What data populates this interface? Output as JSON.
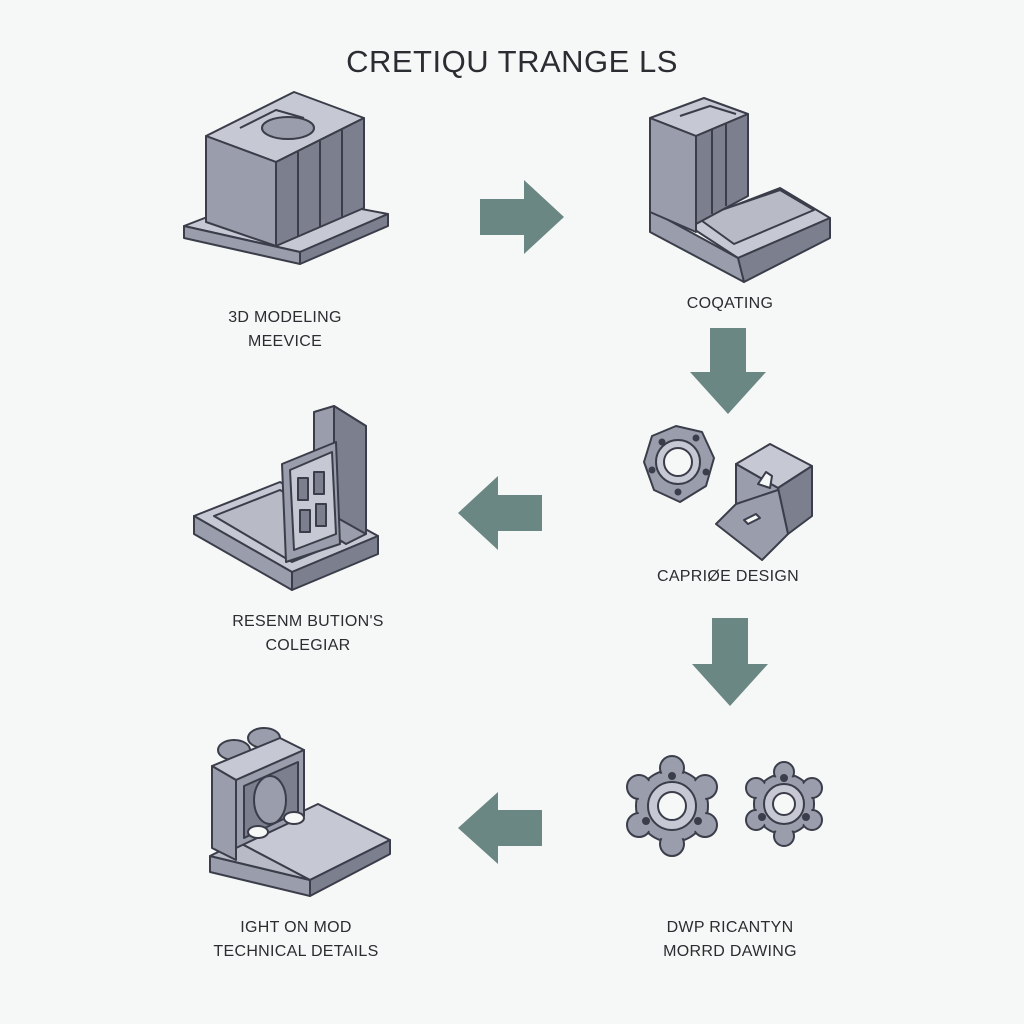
{
  "title": "CRETIQU TRANGE LS",
  "colors": {
    "background": "#f6f8f7",
    "arrow": "#6a8783",
    "part_top": "#c6c9d3",
    "part_front": "#9a9dab",
    "part_side": "#7c7f8e",
    "outline": "#3b3e4a",
    "text": "#2a2d31"
  },
  "steps": [
    {
      "id": "modeling",
      "icon": "block-assembly-icon",
      "lines": [
        "3D MODELING",
        "MEEVICE"
      ]
    },
    {
      "id": "coating",
      "icon": "l-bracket-icon",
      "lines": [
        "COQATING"
      ]
    },
    {
      "id": "capture",
      "icon": "nut-and-cube-icon",
      "lines": [
        "CAPRIØE DESIGN"
      ]
    },
    {
      "id": "drawing",
      "icon": "gear-pair-icon",
      "lines": [
        "DWP RICANTYN",
        "MORRD DAWING"
      ]
    },
    {
      "id": "details",
      "icon": "bracket-with-holes-icon",
      "lines": [
        "IGHT ON MOD",
        "TECHNICAL DETAILS"
      ]
    },
    {
      "id": "resenm",
      "icon": "panel-bracket-icon",
      "lines": [
        "RESENM BUTION'S",
        "COLEGIAR"
      ]
    }
  ],
  "arrows": [
    {
      "from": "modeling",
      "to": "coating",
      "direction": "right"
    },
    {
      "from": "coating",
      "to": "capture",
      "direction": "down"
    },
    {
      "from": "capture",
      "to": "drawing",
      "direction": "down"
    },
    {
      "from": "capture",
      "to": "resenm",
      "direction": "left"
    },
    {
      "from": "drawing",
      "to": "details",
      "direction": "left"
    }
  ]
}
